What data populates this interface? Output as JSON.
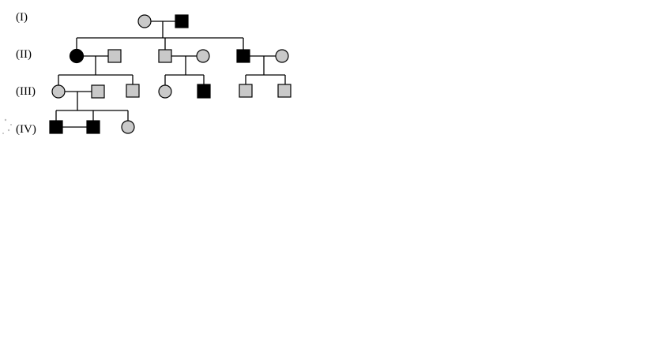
{
  "generation_labels": [
    "(I)",
    "(II)",
    "(III)",
    "(IV)"
  ],
  "colors": {
    "affected": "#000000",
    "unaffected": "#c9c9c9",
    "line": "#000000",
    "background": "#ffffff"
  },
  "individuals": [
    {
      "id": "I-1",
      "generation": 1,
      "sex": "female",
      "affected": false
    },
    {
      "id": "I-2",
      "generation": 1,
      "sex": "male",
      "affected": true
    },
    {
      "id": "II-1",
      "generation": 2,
      "sex": "female",
      "affected": true
    },
    {
      "id": "II-2",
      "generation": 2,
      "sex": "male",
      "affected": false
    },
    {
      "id": "II-3",
      "generation": 2,
      "sex": "male",
      "affected": false
    },
    {
      "id": "II-4",
      "generation": 2,
      "sex": "female",
      "affected": false
    },
    {
      "id": "II-5",
      "generation": 2,
      "sex": "male",
      "affected": true
    },
    {
      "id": "II-6",
      "generation": 2,
      "sex": "female",
      "affected": false
    },
    {
      "id": "III-1",
      "generation": 3,
      "sex": "female",
      "affected": false
    },
    {
      "id": "III-2",
      "generation": 3,
      "sex": "male",
      "affected": false
    },
    {
      "id": "III-3",
      "generation": 3,
      "sex": "male",
      "affected": false
    },
    {
      "id": "III-4",
      "generation": 3,
      "sex": "female",
      "affected": false
    },
    {
      "id": "III-5",
      "generation": 3,
      "sex": "male",
      "affected": true
    },
    {
      "id": "III-6",
      "generation": 3,
      "sex": "male",
      "affected": false
    },
    {
      "id": "III-7",
      "generation": 3,
      "sex": "male",
      "affected": false
    },
    {
      "id": "IV-1",
      "generation": 4,
      "sex": "male",
      "affected": true
    },
    {
      "id": "IV-2",
      "generation": 4,
      "sex": "male",
      "affected": true
    },
    {
      "id": "IV-3",
      "generation": 4,
      "sex": "female",
      "affected": false
    }
  ],
  "matings": [
    {
      "partners": [
        "I-1",
        "I-2"
      ],
      "children": [
        "II-1",
        "II-3",
        "II-5"
      ]
    },
    {
      "partners": [
        "II-1",
        "II-2"
      ],
      "children": [
        "III-1",
        "III-3"
      ]
    },
    {
      "partners": [
        "II-3",
        "II-4"
      ],
      "children": [
        "III-4",
        "III-5"
      ]
    },
    {
      "partners": [
        "II-5",
        "II-6"
      ],
      "children": [
        "III-6",
        "III-7"
      ]
    },
    {
      "partners": [
        "III-1",
        "III-2"
      ],
      "children": [
        "IV-1",
        "IV-2",
        "IV-3"
      ]
    }
  ]
}
